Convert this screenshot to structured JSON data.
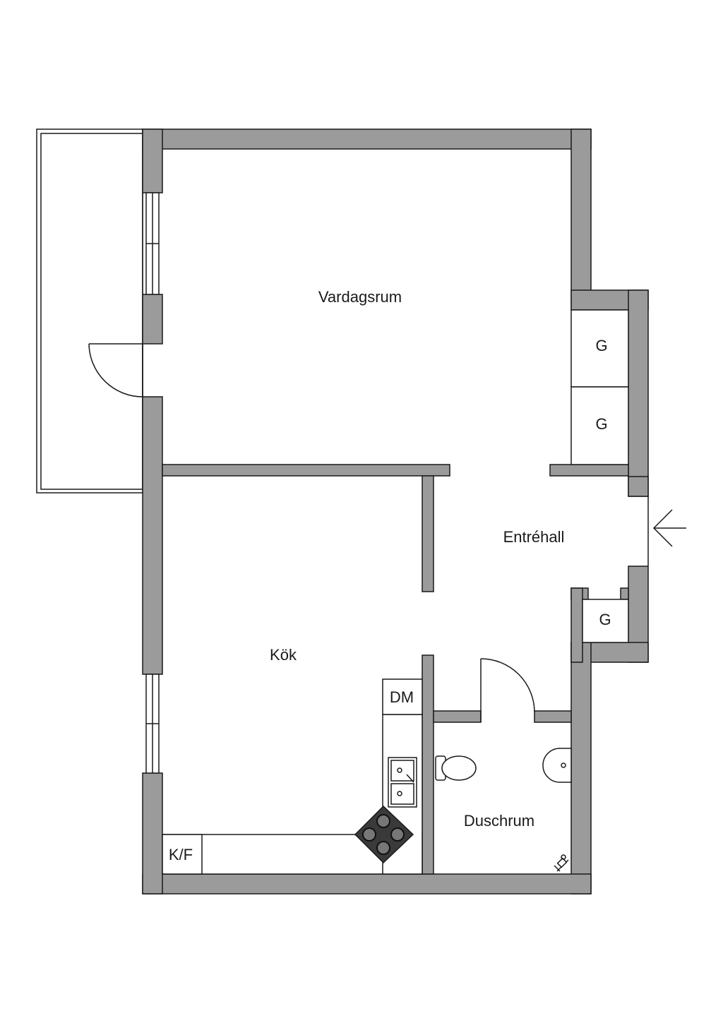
{
  "rooms": {
    "living_room": "Vardagsrum",
    "entrance_hall": "Entréhall",
    "kitchen": "Kök",
    "shower_room": "Duschrum"
  },
  "closets": {
    "wardrobe_1": "G",
    "wardrobe_2": "G",
    "wardrobe_3": "G"
  },
  "appliances": {
    "dishwasher": "DM",
    "fridge_freezer": "K/F"
  },
  "colors": {
    "wall_fill": "#9b9b9b",
    "line": "#1a1a1a",
    "stove_fill": "#3a3a3a"
  }
}
